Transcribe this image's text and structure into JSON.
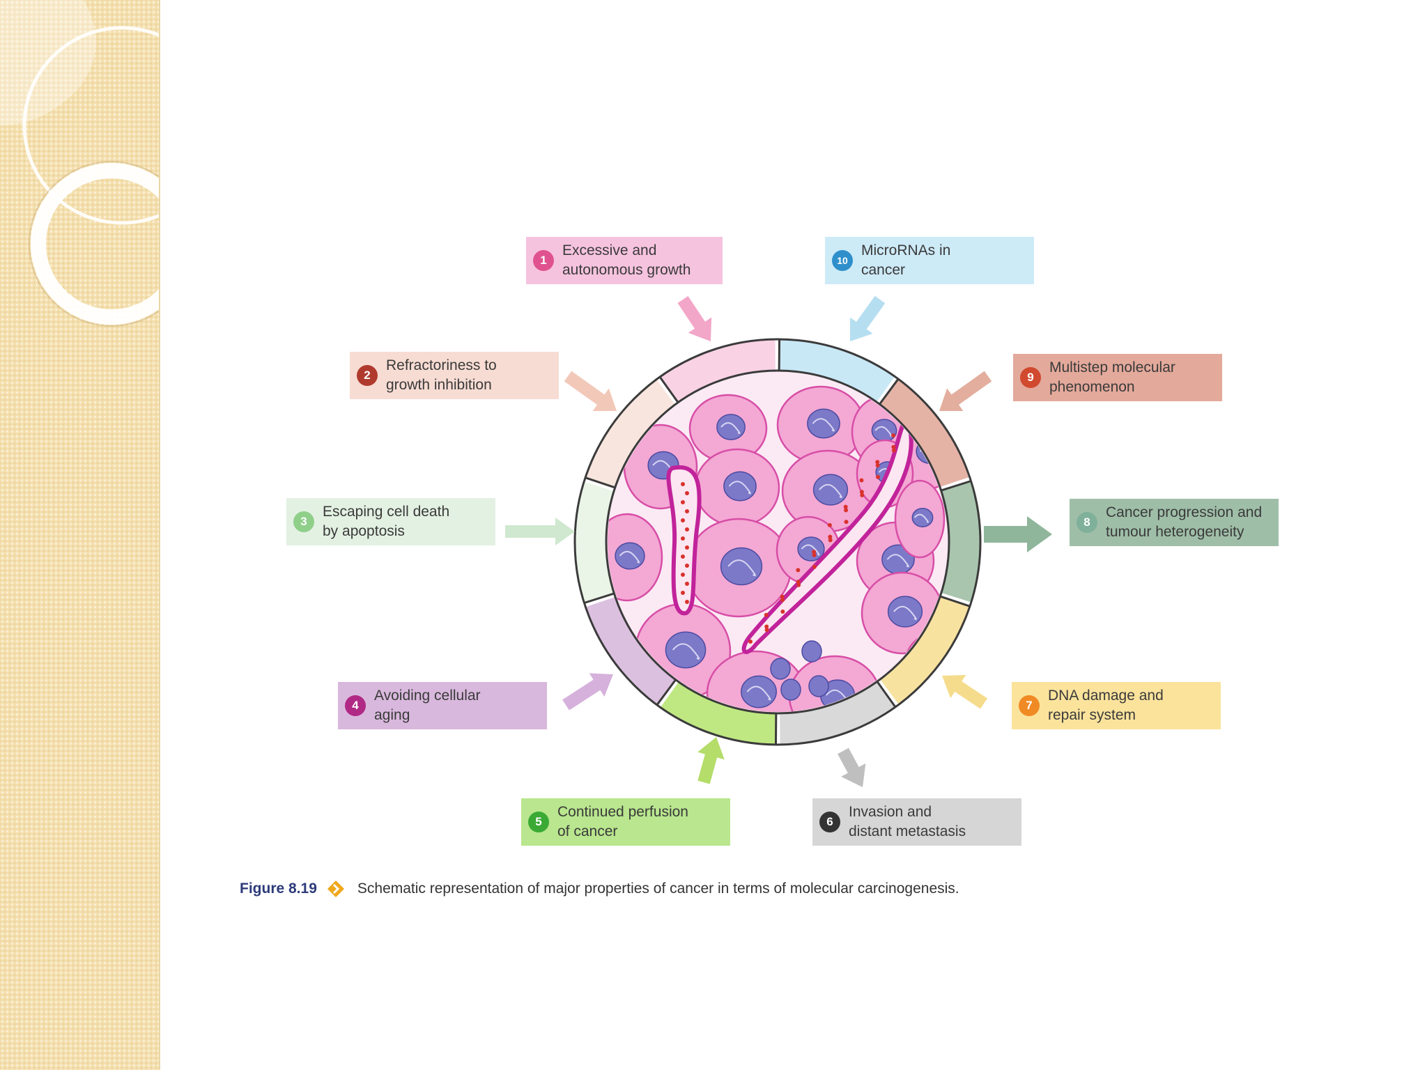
{
  "figure": {
    "number": "Figure 8.19",
    "caption": "Schematic representation of major properties of cancer in terms of molecular carcinogenesis."
  },
  "properties": [
    {
      "num": "1",
      "text": "Excessive and\nautonomous growth",
      "box": "#f6c3df",
      "badge": "#e0528f",
      "ring": "#f9d2e4",
      "arrow": "#f2a6c8"
    },
    {
      "num": "2",
      "text": "Refractoriness to\ngrowth inhibition",
      "box": "#f7dcd3",
      "badge": "#b03a2e",
      "ring": "#f8e6de",
      "arrow": "#f2c8b9"
    },
    {
      "num": "3",
      "text": "Escaping cell death\nby apoptosis",
      "box": "#e3f1e2",
      "badge": "#8fcf8a",
      "ring": "#eaf5e8",
      "arrow": "#cfe8cf"
    },
    {
      "num": "4",
      "text": "Avoiding cellular\naging",
      "box": "#d9b8dd",
      "badge": "#b02a85",
      "ring": "#dcc0e0",
      "arrow": "#d6b1dc"
    },
    {
      "num": "5",
      "text": "Continued perfusion\nof cancer",
      "box": "#b9e68e",
      "badge": "#3aaa35",
      "ring": "#bfe882",
      "arrow": "#b4dd69"
    },
    {
      "num": "6",
      "text": "Invasion and\ndistant metastasis",
      "box": "#d6d6d6",
      "badge": "#333333",
      "ring": "#d9d9d9",
      "arrow": "#bfbfbf"
    },
    {
      "num": "7",
      "text": "DNA damage and\nrepair system",
      "box": "#fbe39c",
      "badge": "#f08a24",
      "ring": "#f8e2a0",
      "arrow": "#f5dc8c"
    },
    {
      "num": "8",
      "text": "Cancer progression and\ntumour heterogeneity",
      "box": "#9fbea8",
      "badge": "#7fb09a",
      "ring": "#a9c5ae",
      "arrow": "#8fb69b"
    },
    {
      "num": "9",
      "text": "Multistep molecular\nphenomenon",
      "box": "#e3a99b",
      "badge": "#d1492e",
      "ring": "#e5b3a6",
      "arrow": "#e3ae9e"
    },
    {
      "num": "10",
      "text": "MicroRNAs in\ncancer",
      "box": "#cdeaf7",
      "badge": "#2e8fcb",
      "ring": "#c9e8f6",
      "arrow": "#b6def1"
    }
  ],
  "colors": {
    "cell_fill": "#f4a8d4",
    "cell_edge": "#d74ea6",
    "nucleus": "#7c79c9",
    "vessel": "#c1239a",
    "rbc": "#d9322d",
    "caption_figure": "#2d3b7a",
    "caption_diamond": "#f0a81c",
    "sidebar": "#f4dfae"
  }
}
